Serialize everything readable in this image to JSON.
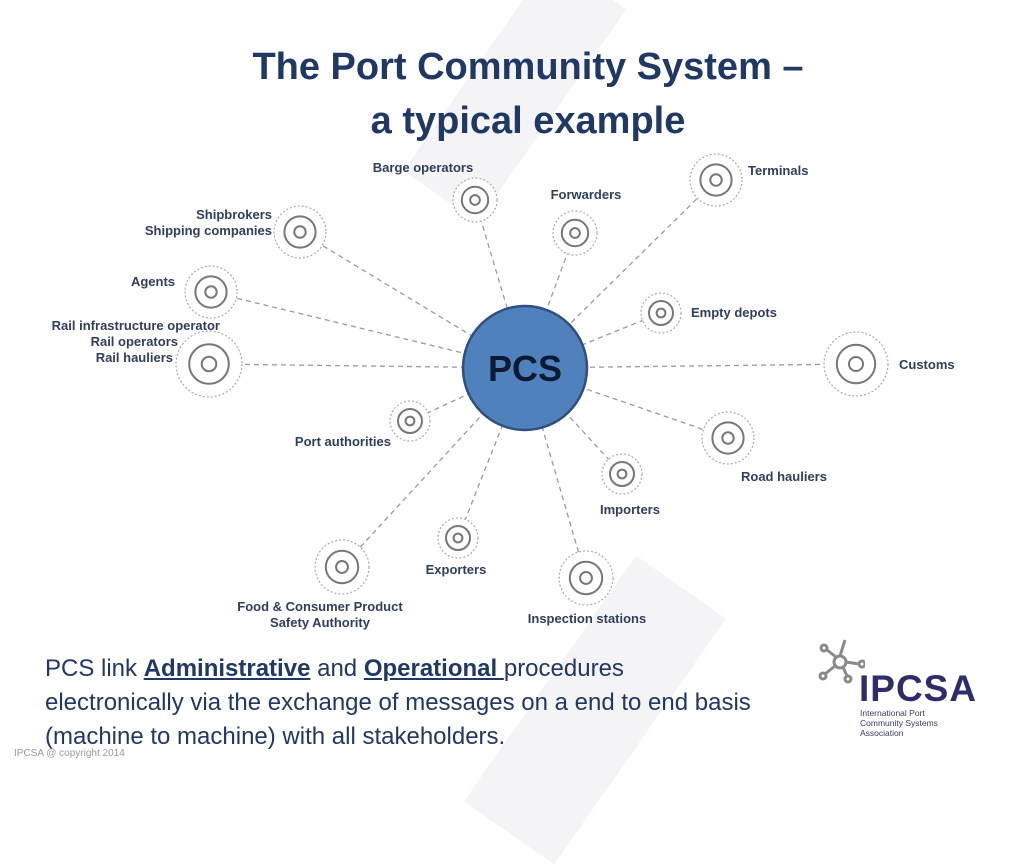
{
  "title": {
    "line1": "The Port Community System –",
    "line2": "a typical example"
  },
  "diagram": {
    "center_label": "PCS",
    "center_color": "#4f81bd",
    "nodes": [
      {
        "lines": [
          "Barge operators"
        ]
      },
      {
        "lines": [
          "Forwarders"
        ]
      },
      {
        "lines": [
          "Terminals"
        ]
      },
      {
        "lines": [
          "Shipbrokers",
          "Shipping companies"
        ]
      },
      {
        "lines": [
          "Agents"
        ]
      },
      {
        "lines": [
          "Rail infrastructure operator",
          "Rail operators",
          "Rail hauliers"
        ]
      },
      {
        "lines": [
          "Empty depots"
        ]
      },
      {
        "lines": [
          "Customs"
        ]
      },
      {
        "lines": [
          "Port authorities"
        ]
      },
      {
        "lines": [
          "Road hauliers"
        ]
      },
      {
        "lines": [
          "Importers"
        ]
      },
      {
        "lines": [
          "Exporters"
        ]
      },
      {
        "lines": [
          "Food & Consumer Product",
          "Safety Authority"
        ]
      },
      {
        "lines": [
          "Inspection stations"
        ]
      }
    ]
  },
  "body": {
    "pre": "PCS link ",
    "term1": "Administrative",
    "mid": " and ",
    "term2": "Operational ",
    "post": "procedures electronically via the exchange of messages on a end to end basis (machine to machine) with all stakeholders."
  },
  "copyright": "IPCSA @ copyright 2014",
  "logo": {
    "name": "IPCSA",
    "subtitle": "International Port Community Systems Association"
  }
}
